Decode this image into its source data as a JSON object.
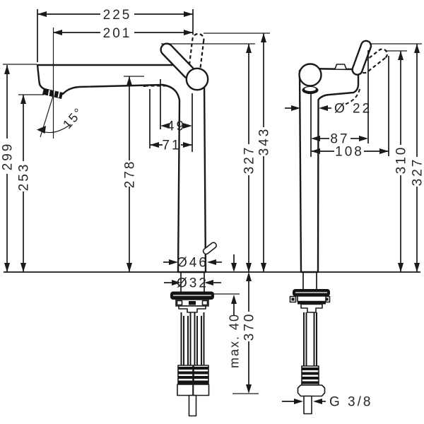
{
  "drawing": {
    "background": "#ffffff",
    "line_color": "#1a1a1a",
    "front_view": {
      "overall_depth": "225",
      "spout_reach": "201",
      "spout_angle": "15°",
      "spout_height": "299",
      "outlet_height": "253",
      "body_height": "278",
      "handle_offset_a": "49",
      "handle_offset_b": "71",
      "total_height_closed": "327",
      "total_height_open": "343",
      "base_diameter": "Ø46",
      "shank_diameter": "Ø32",
      "deck_thickness": "max. 40",
      "hose_length": "370"
    },
    "side_view": {
      "body_diameter": "Ø 22",
      "handle_reach_closed": "87",
      "handle_reach_open": "108",
      "height_handle_forward": "310",
      "height_handle_up": "327",
      "thread_size": "G 3/8"
    }
  }
}
